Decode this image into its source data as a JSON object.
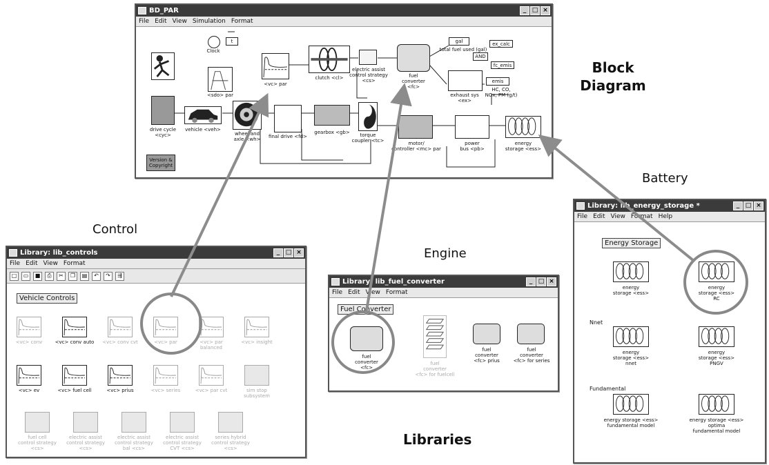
{
  "main_window": {
    "title": "BD_PAR",
    "menu": [
      "File",
      "Edit",
      "View",
      "Simulation",
      "Format"
    ],
    "blocks": {
      "clock": "Clock",
      "t": "t",
      "sdo": "<sdo> par",
      "vc": "<vc> par",
      "clutch": "clutch <cl>",
      "eacs": "electric assist\ncontrol strategy\n<cs>",
      "fc": "fuel\nconverter\n<fc>",
      "gal": "gal",
      "total_fuel": "total fuel used (gal)",
      "ex_calc": "ex_calc",
      "and": "AND",
      "fc_emis": "fc_emis",
      "exhaust": "exhaust sys\n<ex>",
      "emis": "emis",
      "emis_desc": "HC, CO,\nNOx, PM (g/t)",
      "drive_cycle": "drive cycle\n<cyc>",
      "vehicle": "vehicle <veh>",
      "wheel": "wheel and\naxle <wh>",
      "final_drive": "final drive <fd>",
      "gearbox": "gearbox <gb>",
      "torque": "torque\ncoupler <tc>",
      "motor": "motor/\ncontroller <mc> par",
      "power_bus": "power\nbus <pb>",
      "energy": "energy\nstorage <ess>",
      "version": "Version &\nCopyright"
    }
  },
  "labels": {
    "block_diagram": "Block\nDiagram",
    "battery": "Battery",
    "control": "Control",
    "engine": "Engine",
    "libraries": "Libraries"
  },
  "lib_controls": {
    "title": "Library: lib_controls",
    "menu": [
      "File",
      "Edit",
      "View",
      "Format"
    ],
    "group": "Vehicle Controls",
    "items": [
      {
        "label": "<vc> conv",
        "grey": true
      },
      {
        "label": "<vc> conv auto",
        "grey": false
      },
      {
        "label": "<vc> conv cvt",
        "grey": true
      },
      {
        "label": "<vc> par",
        "grey": true
      },
      {
        "label": "<vc> par balanced",
        "grey": true
      },
      {
        "label": "<vc> insight",
        "grey": true
      },
      {
        "label": "<vc> ev",
        "grey": false
      },
      {
        "label": "<vc> fuel cell",
        "grey": false
      },
      {
        "label": "<vc> prius",
        "grey": false
      },
      {
        "label": "<vc> series",
        "grey": true
      },
      {
        "label": "<vc> par cvt",
        "grey": true
      },
      {
        "label": "sim stop\nsubsystem",
        "grey": true
      },
      {
        "label": "fuel cell\ncontrol strategy\n<cs>",
        "grey": true
      },
      {
        "label": "electric assist\ncontrol strategy\n<cs>",
        "grey": true
      },
      {
        "label": "electric assist\ncontrol strategy\nbal <cs>",
        "grey": true
      },
      {
        "label": "electric assist\ncontrol strategy\nCVT <cs>",
        "grey": true
      },
      {
        "label": "series hybrid\ncontrol strategy\n<cs>",
        "grey": true
      }
    ]
  },
  "lib_fuel_converter": {
    "title": "Library: lib_fuel_converter",
    "menu": [
      "File",
      "Edit",
      "View",
      "Format"
    ],
    "group": "Fuel Converter",
    "items": [
      {
        "label": "fuel\nconverter\n<fc>"
      },
      {
        "label": "fuel\nconverter\n<fc> for fuelcell"
      },
      {
        "label": "fuel\nconverter\n<fc> prius"
      },
      {
        "label": "fuel\nconverter\n<fc> for series"
      }
    ]
  },
  "lib_energy_storage": {
    "title": "Library: lib_energy_storage *",
    "menu": [
      "File",
      "Edit",
      "View",
      "Format",
      "Help"
    ],
    "group": "Energy Storage",
    "items": [
      {
        "label": "energy\nstorage <ess>"
      },
      {
        "label": "energy\nstorage <ess>\nRC"
      },
      {
        "label": "energy\nstorage <ess>\nnnet"
      },
      {
        "label": "energy\nstorage <ess>\nPNGV"
      },
      {
        "label": "energy storage <ess>\nfundamental model"
      },
      {
        "label": "energy storage <ess>\noptima\nfundamental model"
      }
    ],
    "sections": [
      "Nnet",
      "Fundamental"
    ]
  },
  "colors": {
    "arrow": "#8c8c8c",
    "titlebar": "#3b3b3b",
    "highlight": "#888888"
  }
}
